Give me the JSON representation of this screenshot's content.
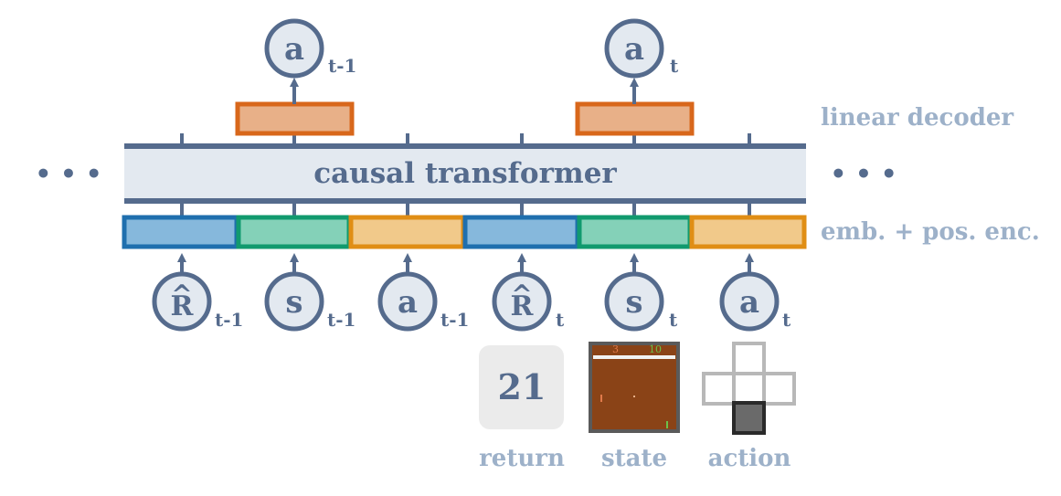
{
  "transformer": {
    "label": "causal transformer"
  },
  "side_labels": {
    "decoder": "linear decoder",
    "embedding": "emb. + pos. enc."
  },
  "ellipsis": {
    "left": "• • •",
    "right": "• • •"
  },
  "outputs": [
    {
      "symbol": "a",
      "subscript": "t-1"
    },
    {
      "symbol": "a",
      "subscript": "t"
    }
  ],
  "inputs": [
    {
      "symbol": "R",
      "hat": "^",
      "subscript": "t-1",
      "kind": "return"
    },
    {
      "symbol": "s",
      "subscript": "t-1",
      "kind": "state"
    },
    {
      "symbol": "a",
      "subscript": "t-1",
      "kind": "action"
    },
    {
      "symbol": "R",
      "hat": "^",
      "subscript": "t",
      "kind": "return"
    },
    {
      "symbol": "s",
      "subscript": "t",
      "kind": "state"
    },
    {
      "symbol": "a",
      "subscript": "t",
      "kind": "action"
    }
  ],
  "examples": {
    "return_value": "21",
    "return_label": "return",
    "state_label": "state",
    "action_label": "action",
    "game_score_left": "3",
    "game_score_right": "10"
  },
  "colors": {
    "line": "#556b8d",
    "transformer_fill": "#e3e9f0",
    "return_fill": "#86b8dc",
    "return_border": "#1f6fae",
    "state_fill": "#84d1b8",
    "state_border": "#119a6e",
    "action_fill": "#f1c98a",
    "action_border": "#e08e15",
    "decoder_fill": "#e8b088",
    "decoder_border": "#d8671b",
    "side_label": "#9db1c9",
    "game_bg": "#8a4317",
    "return_box": "#ebebeb"
  }
}
